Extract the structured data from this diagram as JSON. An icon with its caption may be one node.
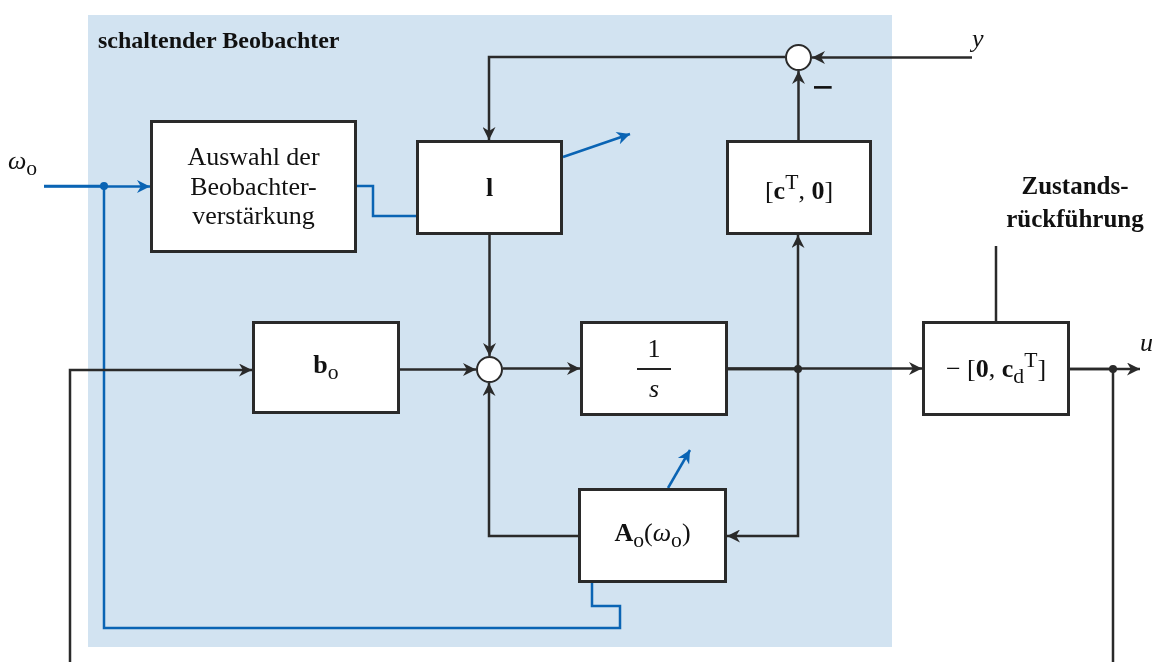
{
  "diagram": {
    "nodes": [
      {
        "text": [
          "schaltender Beobachter"
        ]
      },
      {
        "text": [
          "Auswahl der Beobachter-verstärkung"
        ],
        "in": 0
      },
      {
        "text": [
          "l"
        ],
        "in": 0
      },
      {
        "text": [
          "[**c**$^{T}$, **0**]"
        ],
        "in": 0
      },
      {
        "text": [],
        "shape": "circle",
        "in": 0
      },
      {
        "text": [
          "**b**$_{o}$"
        ],
        "in": 0
      },
      {
        "text": [],
        "shape": "circle",
        "in": 0
      },
      {
        "text": [
          "1",
          "*s*"
        ],
        "in": 0
      },
      {
        "text": [
          "**A**$_{o}$(*ω*$_{o}$)"
        ],
        "in": 0
      },
      {
        "text": [
          "− [**0**, **c**$_{d}$$^{T}$]"
        ]
      },
      {
        "text": [
          "*y*"
        ]
      },
      {
        "text": [
          "*ω*$_{o}$"
        ]
      },
      {
        "text": [
          "*u*"
        ]
      },
      {
        "text": [
          "Zustands-rückführung"
        ]
      }
    ],
    "edges": [
      {
        "from": 10,
        "to": 4,
        "arrow": "to"
      },
      {
        "from": 4,
        "to": 2,
        "arrow": "to"
      },
      {
        "from": 3,
        "to": 4,
        "arrow": "to"
      },
      {
        "from": 11,
        "to": 1,
        "arrow": "to",
        "color": "#0a64b4"
      },
      {
        "from": 11,
        "to": 8,
        "arrow": "none",
        "color": "#0a64b4"
      },
      {
        "from": 1,
        "to": 2,
        "arrow": "none",
        "color": "#0a64b4"
      },
      {
        "from": 2,
        "to": 6,
        "arrow": "to"
      },
      {
        "from": 5,
        "to": 6,
        "arrow": "to"
      },
      {
        "from": 6,
        "to": 7,
        "arrow": "to"
      },
      {
        "from": 7,
        "to": 9,
        "arrow": "to"
      },
      {
        "from": 7,
        "to": 3,
        "arrow": "to"
      },
      {
        "from": 7,
        "to": 8,
        "arrow": "to"
      },
      {
        "from": 8,
        "to": 6,
        "arrow": "to"
      },
      {
        "from": 9,
        "to": 12,
        "arrow": "to"
      },
      {
        "from": 9,
        "to": null,
        "arrow": "none"
      },
      {
        "from": null,
        "to": 5,
        "arrow": "to"
      },
      {
        "from": 13,
        "to": 9,
        "arrow": "none"
      }
    ],
    "labels": [
      "−"
    ]
  }
}
